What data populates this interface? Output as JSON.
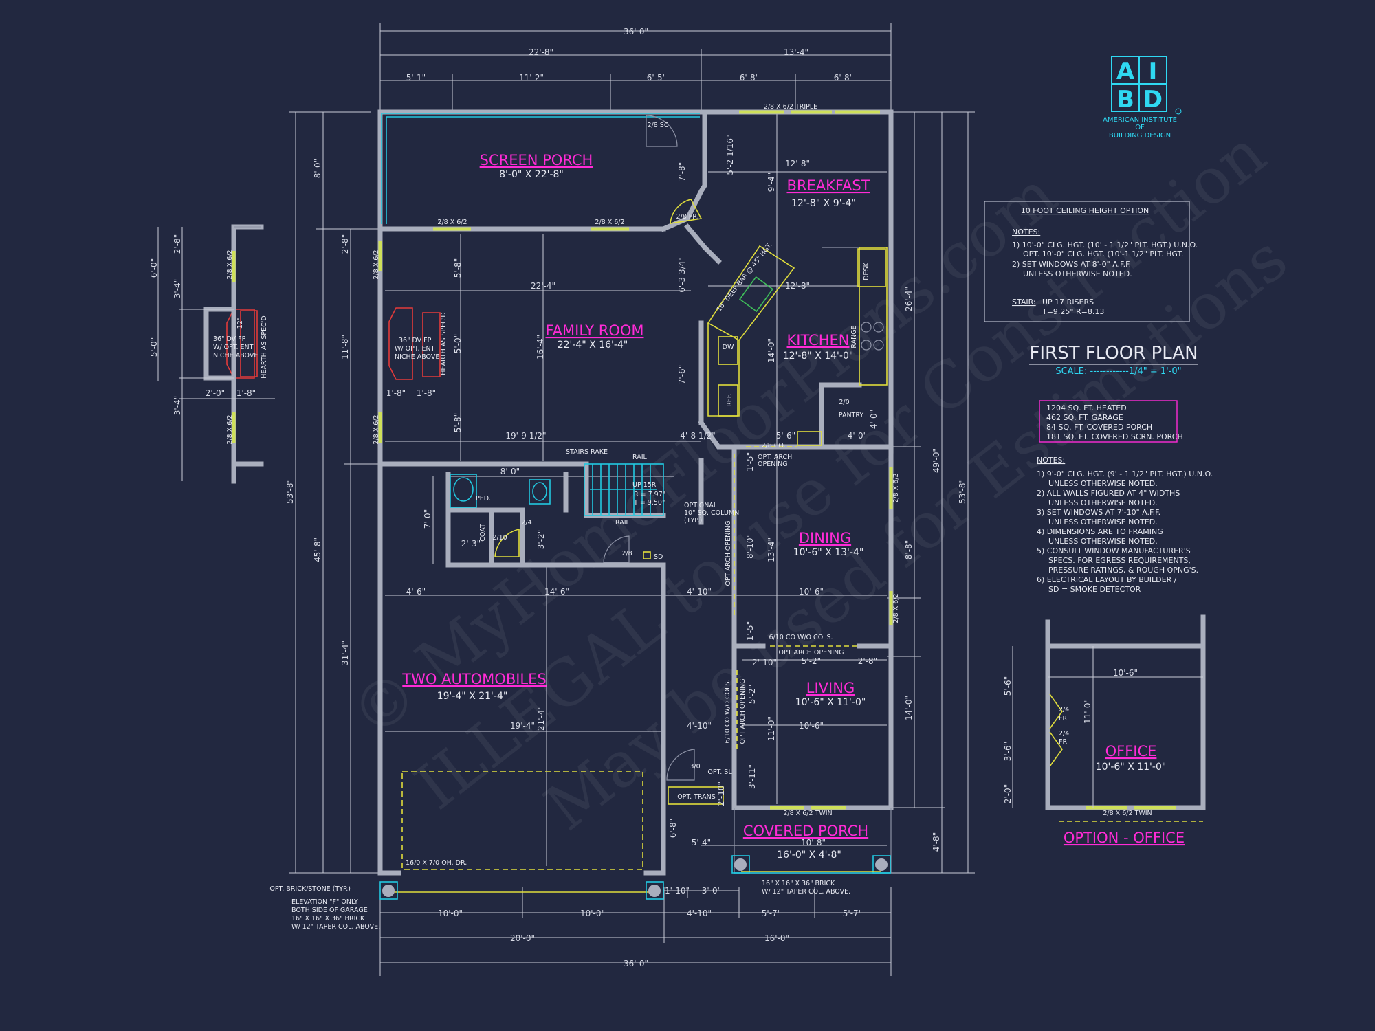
{
  "title": {
    "plan": "FIRST FLOOR PLAN",
    "scale": "SCALE: ------------1/4\" = 1'-0\""
  },
  "logo": {
    "letters_top": "A",
    "letters_bar": "I",
    "letters_b": "B",
    "letters_d": "D",
    "line1": "AMERICAN INSTITUTE",
    "line2": "OF",
    "line3": "BUILDING DESIGN"
  },
  "watermark": {
    "line1": "© MyHomeFloorPlans.com",
    "line2": "ILLEGAL to use for Construction",
    "line3": "May be used for Estimations"
  },
  "ceiling_option": {
    "title": "10 FOOT CEILING HEIGHT OPTION",
    "notes_head": "NOTES:",
    "n1a": "1)  10'-0\" CLG. HGT. (10' - 1 1/2\" PLT. HGT.) U.N.O.",
    "n1b": "OPT. 10'-0\" CLG. HGT. (10'-1 1/2\" PLT. HGT.",
    "n2a": "2)  SET WINDOWS AT 8'-0\" A.F.F.",
    "n2b": "UNLESS OTHERWISE NOTED.",
    "stair_head": "STAIR:",
    "stair_a": "UP 17 RISERS",
    "stair_b": "T=9.25\"  R=8.13"
  },
  "areas": [
    "1204 SQ. FT. HEATED",
    "462 SQ. FT. GARAGE",
    "84 SQ. FT. COVERED PORCH",
    "181 SQ. FT. COVERED SCRN. PORCH"
  ],
  "notes": {
    "head": "NOTES:",
    "lines": [
      "1)  9'-0\" CLG. HGT. (9' - 1 1/2\" PLT. HGT.) U.N.O.",
      "UNLESS OTHERWISE NOTED.",
      "2)  ALL WALLS FIGURED AT 4\" WIDTHS",
      "UNLESS OTHERWISE NOTED.",
      "3)  SET WINDOWS AT 7'-10\" A.F.F.",
      "UNLESS OTHERWISE NOTED.",
      "4)  DIMENSIONS ARE TO FRAMING",
      "UNLESS OTHERWISE NOTED.",
      "5)  CONSULT WINDOW MANUFACTURER'S",
      "SPECS. FOR EGRESS REQUIREMENTS,",
      "PRESSURE RATINGS, & ROUGH OPNG'S.",
      "6)  ELECTRICAL LAYOUT BY BUILDER /",
      "SD = SMOKE DETECTOR"
    ]
  },
  "rooms": {
    "screen_porch": {
      "name": "SCREEN PORCH",
      "size": "8'-0\" X 22'-8\""
    },
    "breakfast": {
      "name": "BREAKFAST",
      "size": "12'-8\" X 9'-4\""
    },
    "family": {
      "name": "FAMILY ROOM",
      "size": "22'-4\" X 16'-4\""
    },
    "kitchen": {
      "name": "KITCHEN",
      "size": "12'-8\" X 14'-0\""
    },
    "dining": {
      "name": "DINING",
      "size": "10'-6\" X 13'-4\""
    },
    "garage": {
      "name": "TWO AUTOMOBILES",
      "size": "19'-4\" X 21'-4\""
    },
    "living": {
      "name": "LIVING",
      "size": "10'-6\" X 11'-0\""
    },
    "covered_porch": {
      "name": "COVERED PORCH",
      "size": "16'-0\" X 4'-8\""
    },
    "office": {
      "name": "OFFICE",
      "size": "10'-6\" X 11'-0\""
    },
    "option_office": "OPTION - OFFICE"
  },
  "dims": {
    "overall_top": "36'-0\"",
    "top_a": "22'-8\"",
    "top_b": "13'-4\"",
    "t1": "5'-1\"",
    "t2": "11'-2\"",
    "t3": "6'-5\"",
    "t4": "6'-8\"",
    "t5": "6'-8\"",
    "overall_bot": "36'-0\"",
    "bot_a": "20'-0\"",
    "bot_b": "16'-0\"",
    "b1": "10'-0\"",
    "b2": "10'-0\"",
    "b3": "4'-10\"",
    "b4": "5'-7\"",
    "b5": "5'-7\"",
    "b6": "1'-10\"",
    "b7": "3'-0\"",
    "left_overall": "53'-8\"",
    "left_a": "8'-0\"",
    "left_b": "45'-8\"",
    "left_c": "2'-8\"",
    "left_d": "11'-8\"",
    "left_e": "31'-4\"",
    "right_overall": "53'-8\"",
    "right_a": "49'-0\"",
    "right_b": "26'-4\"",
    "right_c": "8'-8\"",
    "right_d": "14'-0\"",
    "right_e": "4'-8\"",
    "fr_5_8a": "5'-8\"",
    "fr_5_0": "5'-0\"",
    "fr_5_8b": "5'-8\"",
    "fr_w": "22'-4\"",
    "fr_b": "19'-9 1/2\"",
    "fr_h": "16'-4\"",
    "k_w": "12'-8\"",
    "k_h": "14'-0\"",
    "bk_w": "12'-8\"",
    "bk_h": "9'-4\"",
    "d1": "5'-2 1/16\"",
    "d2": "7'-8\"",
    "d3": "6'-3 3/4\"",
    "d4": "7'-6\"",
    "d5": "4'-8 1/2\"",
    "d6": "5'-6\"",
    "d7": "4'-0\"",
    "d8": "4'-0\"",
    "hall_a": "8'-0\"",
    "hall_b": "7'-0\"",
    "hall_c": "2'-3\"",
    "hall_d": "3'-2\"",
    "g1": "4'-6\"",
    "g2": "14'-6\"",
    "g3": "4'-10\"",
    "g4": "19'-4\"",
    "g5": "21'-4\"",
    "g6": "4'-10\"",
    "dn1": "8'-10\"",
    "dn2": "13'-4\"",
    "dn3": "10'-6\"",
    "dn4": "1'-5\"",
    "dn5": "1'-5\"",
    "lv1": "5'-2\"",
    "lv2": "2'-8\"",
    "lv3": "2'-10\"",
    "lv4": "10'-6\"",
    "lv5": "11'-0\"",
    "lv6": "5'-2\"",
    "lv7": "3'-11\"",
    "lv8": "2'-10\"",
    "cp1": "10'-8\"",
    "cp2": "5'-4\"",
    "cp3": "6'-8\"",
    "fp1": "2'-8\"",
    "fp2": "6'-0\"",
    "fp3": "3'-4\"",
    "fp4": "5'-0\"",
    "fp5": "3'-4\"",
    "fp6": "2'-0\"",
    "fp7": "1'-8\"",
    "fp8": "1'-8\"",
    "fp9": "1'-8\"",
    "of1": "10'-6\"",
    "of2": "5'-6\"",
    "of3": "3'-6\"",
    "of4": "2'-0\"",
    "of5": "11'-0\""
  },
  "labels": {
    "win_triple": "2/8 X 6/2 TRIPLE",
    "win_sp1": "2/8 X 6/2",
    "win_sp2": "2/8 X 6/2",
    "win_fr1": "2/8 X 6/2",
    "win_fr2": "2/8 X 6/2",
    "win_r1": "2/8 X 6/2",
    "win_r2": "2/8 X 6/2",
    "win_twin": "2/8 X 6/2 TWIN",
    "win_off_twin": "2/8 X 6/2 TWIN",
    "sc": "2/8 SC",
    "fr": "2/8 FR.",
    "bar": "16\" DEEP BAR @ 45\" HGT.",
    "desk": "DESK",
    "range": "RANGE",
    "dw": "DW",
    "ref": "REF.",
    "pantry": "PANTRY",
    "p20": "2/0",
    "co": "2/8 CO.",
    "arch1": "OPT. ARCH",
    "arch2": "OPENING",
    "rake": "STAIRS RAKE",
    "rail1": "RAIL",
    "rail2": "RAIL",
    "up": "UP 15R",
    "rt": "R = 7.97\"",
    "tt": "T = 9.50\"",
    "ped": "PED.",
    "coat": "COAT",
    "d210": "2/10",
    "d24": "2/4",
    "d28": "2/8",
    "sd": "SD",
    "col1": "OPTIONAL",
    "col2": "10\" SQ. COLUMN",
    "col3": "(TYP.)",
    "arch_v": "OPT ARCH OPENING",
    "cols_h": "6/10 CO W/O COLS.",
    "arch_h": "OPT ARCH OPENING",
    "cols_v": "6/10 CO W/O COLS.",
    "arch_v2": "OPT ARCH OPENING",
    "ohdr": "16/0 X 7/0 OH. DR.",
    "d30": "3/0",
    "sl": "OPT. SL",
    "trans": "OPT. TRANS",
    "brick1": "OPT. BRICK/STONE (TYP.)",
    "elev1": "ELEVATION \"F\" ONLY",
    "elev2": "BOTH SIDE OF GARAGE",
    "elev3": "16\" X 16\" X 36\" BRICK",
    "elev4": "W/ 12\" TAPER COL. ABOVE.",
    "pb1": "16\" X 16\" X 36\" BRICK",
    "pb2": "W/ 12\" TAPER COL. ABOVE.",
    "fpa1": "36\" DV FP",
    "fpa2": "W/ OPT. ENT",
    "fpa3": "NICHE ABOVE",
    "fpa4": "HEARTH AS SPEC'D",
    "fpb1": "36\" DV FP",
    "fpb2": "W/ OPT. ENT",
    "fpb3": "NICHE ABOVE",
    "fpb4": "HEARTH AS SPEC'D",
    "fp12": "12\"",
    "fpw1": "2/8 X 6/2",
    "fpw2": "2/8 X 6/2",
    "of24a": "2/4",
    "of24b": "2/4",
    "offr1": "FR",
    "offr2": "FR"
  }
}
